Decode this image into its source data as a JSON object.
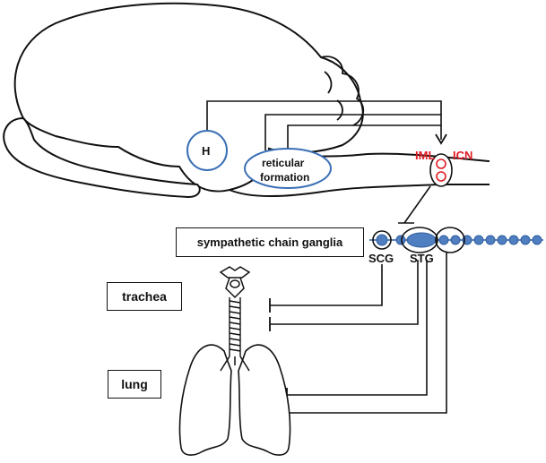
{
  "labels": {
    "hypothalamus": "H",
    "reticular_line1": "reticular",
    "reticular_line2": "formation",
    "iml": "IML",
    "icn": "ICN",
    "chain_ganglia": "sympathetic chain ganglia",
    "scg": "SCG",
    "stg": "STG",
    "trachea": "trachea",
    "lung": "lung"
  },
  "colors": {
    "outline": "#111111",
    "ganglion_fill": "#4f7fc1",
    "ganglion_stroke": "#2f5e9e",
    "nucleus_stroke": "#3a6fb5",
    "highlight": "#e01b24"
  }
}
